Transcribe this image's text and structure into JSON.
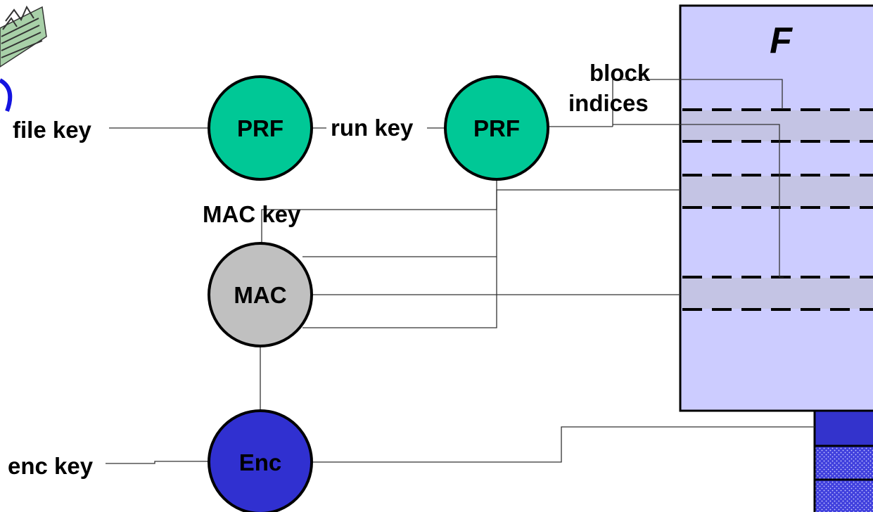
{
  "labels": {
    "file_key": "file key",
    "run_key": "run key",
    "mac_key": "MAC key",
    "block_indices_line1": "block",
    "block_indices_line2": "indices",
    "enc_key": "enc key"
  },
  "nodes": {
    "prf1": {
      "label": "PRF",
      "color": "#00c896"
    },
    "prf2": {
      "label": "PRF",
      "color": "#00c896"
    },
    "mac": {
      "label": "MAC",
      "color": "#c0c0c0"
    },
    "enc": {
      "label": "Enc",
      "color": "#3030d0"
    }
  },
  "file": {
    "label": "F",
    "color": "#ccccff"
  },
  "colors": {
    "block_highlight": "#c4c4e4",
    "tag_block": "#3333cc",
    "tag_dotted": "#4444dd",
    "clipart_green": "#a8d0a8",
    "clipart_blue": "#1414e0"
  }
}
